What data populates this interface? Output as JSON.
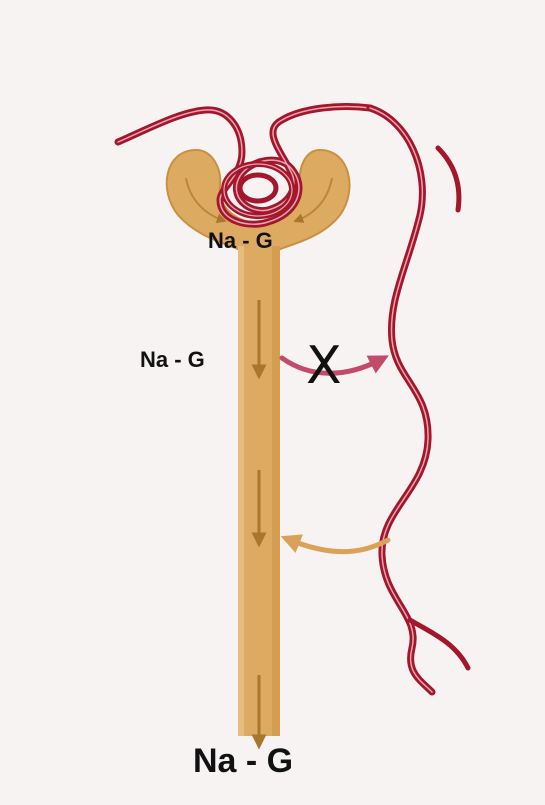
{
  "labels": {
    "top": "Na - G",
    "middle": "Na - G",
    "bottom": "Na - G",
    "blocked_mark": "X"
  },
  "colors": {
    "tubule": "#ddaa62",
    "tubule_dark": "#c9913f",
    "arrow": "#a8762c",
    "vessel": "#a3162b",
    "vessel_light": "#e6a6b0",
    "blocked_arrow": "#c24a6a",
    "resorb_arrow": "#d9a258",
    "background": "#f6f3f2"
  }
}
